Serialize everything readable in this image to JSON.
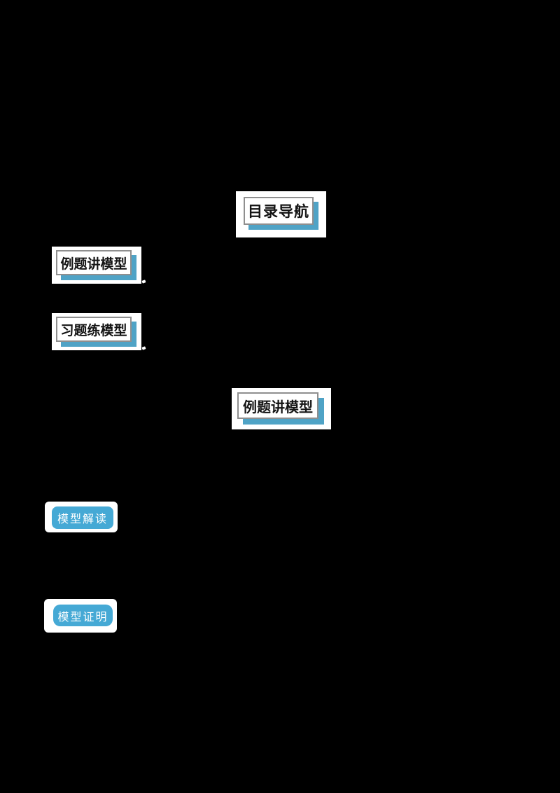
{
  "canvas": {
    "background": "#000000"
  },
  "colors": {
    "panel_white": "#ffffff",
    "box_border": "#8f8f8f",
    "box_shadow_blue": "#4fa3c6",
    "button_blue": "#45a9d5",
    "box_text": "#141414",
    "button_text": "#ffffff"
  },
  "toc": {
    "title": "目录导航",
    "items": [
      {
        "label": "例题讲模型"
      },
      {
        "label": "习题练模型"
      }
    ]
  },
  "section": {
    "title": "例题讲模型",
    "buttons": [
      {
        "label": "模型解读"
      },
      {
        "label": "模型证明"
      }
    ]
  }
}
